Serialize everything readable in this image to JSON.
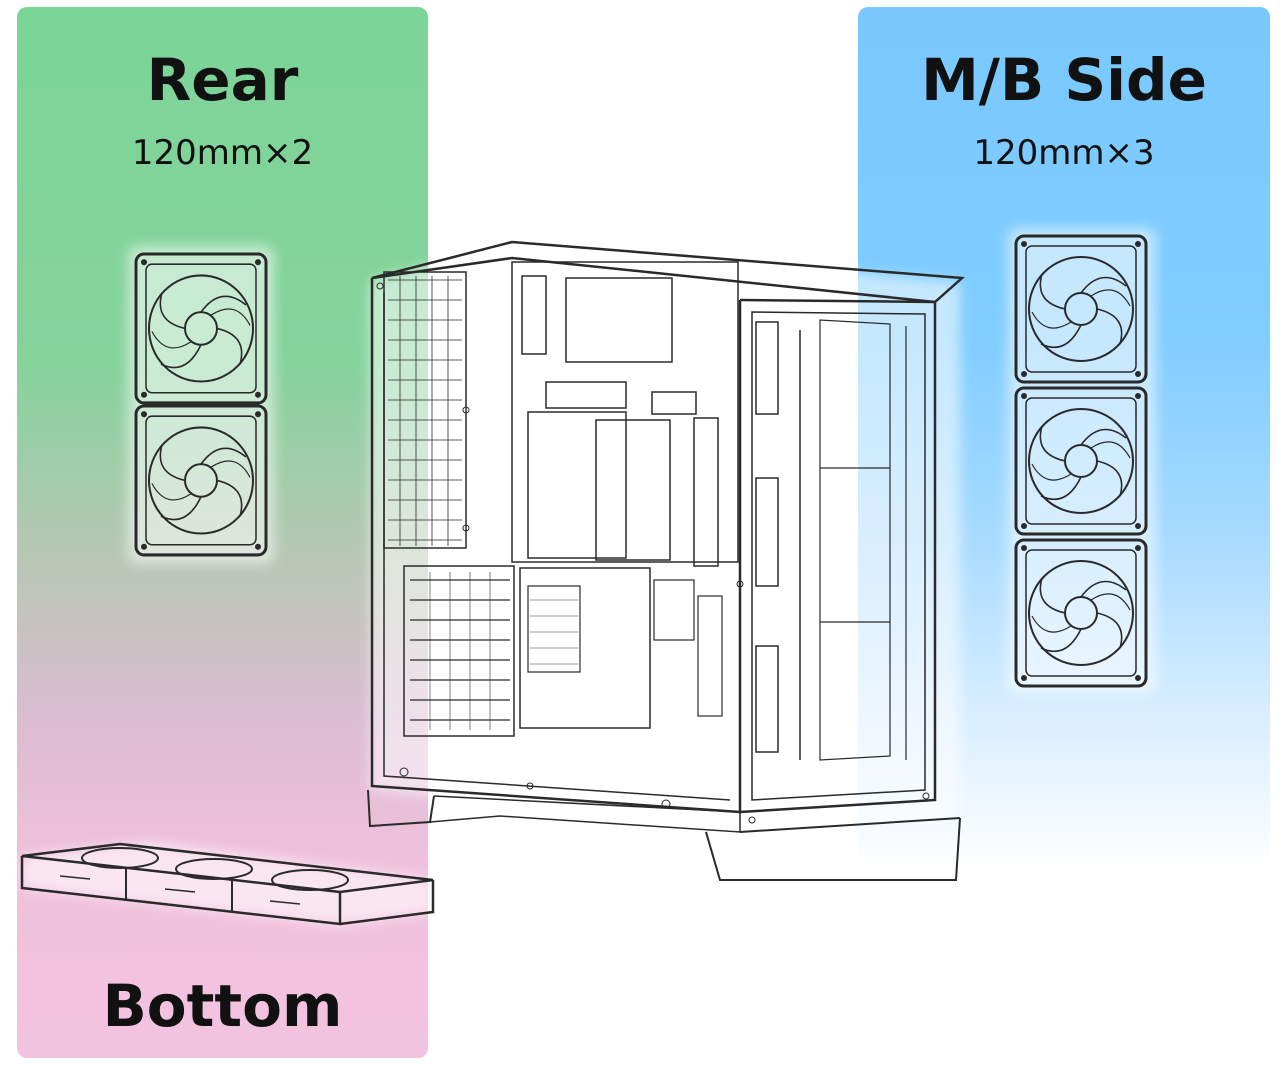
{
  "labels": {
    "rear": {
      "title": "Rear",
      "size": "120mm×2"
    },
    "mb_side": {
      "title": "M/B Side",
      "size": "120mm×3"
    },
    "bottom": {
      "title": "Bottom"
    }
  },
  "colors": {
    "rear_panel": "#7bd498",
    "bottom_panel": "#f2c3df",
    "mb_side_panel": "#79c8ff",
    "line_art": "#2a2a2a"
  },
  "icons": [
    "fan-icon",
    "pc-case-illustration"
  ]
}
